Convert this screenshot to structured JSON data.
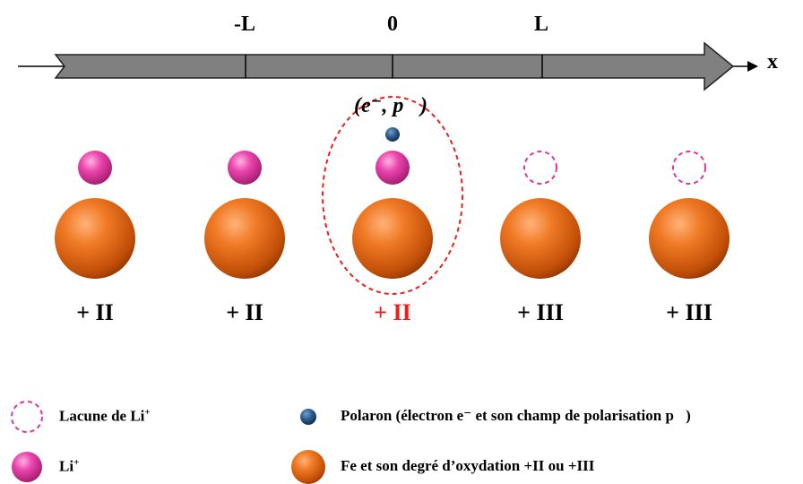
{
  "axis": {
    "ticks": [
      "-L",
      "0",
      "L"
    ],
    "name": "x"
  },
  "polaron_label": "(e⁻, p⃗)",
  "sites": [
    {
      "oxidation": "+ II",
      "lithium": "Li+",
      "highlight": false
    },
    {
      "oxidation": "+ II",
      "lithium": "Li+",
      "highlight": false
    },
    {
      "oxidation": "+ II",
      "lithium": "Li+",
      "highlight": true
    },
    {
      "oxidation": "+ III",
      "lithium": "vacancy",
      "highlight": false
    },
    {
      "oxidation": "+ III",
      "lithium": "vacancy",
      "highlight": false
    }
  ],
  "legend": {
    "vacancy": "Lacune de Li",
    "vacancy_sup": "+",
    "li": "Li",
    "li_sup": "+",
    "polaron": "Polaron (électron e⁻ et son champ de polarisation p⃗)",
    "fe": "Fe et son degré d’oxydation +II ou +III"
  },
  "colors": {
    "iron": "#e8620f",
    "lithium": "#e0359e",
    "polaron": "#1f4e79",
    "highlight": "#e8211c",
    "arrow_fill": "#808080"
  }
}
